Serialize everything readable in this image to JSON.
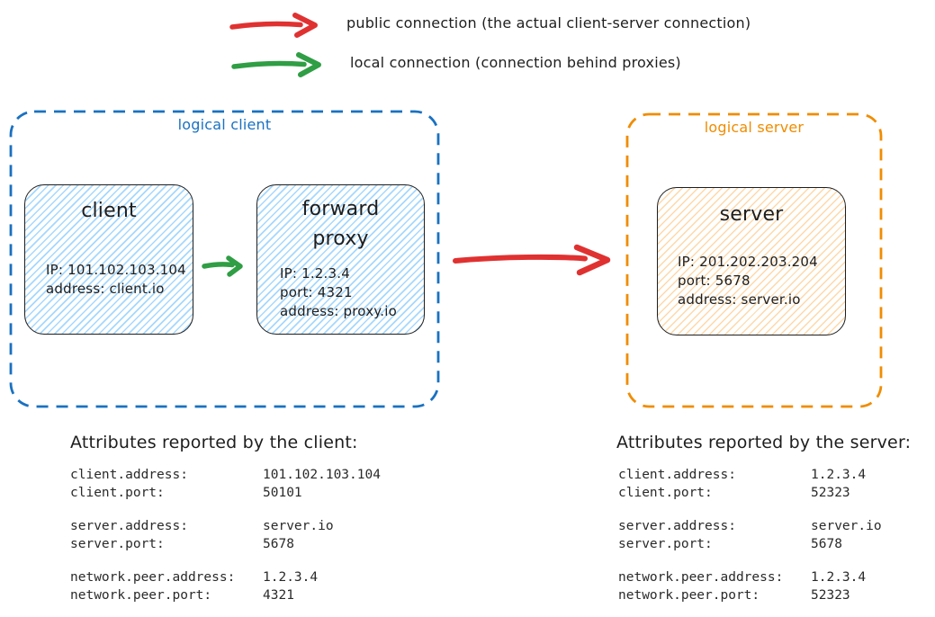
{
  "colors": {
    "red": "#e03131",
    "green": "#2f9e44",
    "blue": "#1971c2",
    "orange": "#f08c00",
    "ink": "#1e1e1e",
    "client-fill": "#a5d8ff",
    "server-fill": "#ffd8a8"
  },
  "legend": {
    "public_label": "public connection (the actual client-server connection)",
    "local_label": "local connection (connection behind proxies)"
  },
  "logical_client": {
    "label": "logical client",
    "client_node": {
      "title": "client",
      "lines": [
        "IP: 101.102.103.104",
        "address: client.io"
      ]
    },
    "proxy_node": {
      "title_lines": [
        "forward",
        "proxy"
      ],
      "lines": [
        "IP: 1.2.3.4",
        "port: 4321",
        "address: proxy.io"
      ]
    }
  },
  "logical_server": {
    "label": "logical server",
    "server_node": {
      "title": "server",
      "lines": [
        "IP: 201.202.203.204",
        "port: 5678",
        "address: server.io"
      ]
    }
  },
  "client_attributes": {
    "title": "Attributes reported by the client:",
    "rows": [
      {
        "key": "client.address:",
        "value": "101.102.103.104"
      },
      {
        "key": "client.port:",
        "value": "50101"
      },
      {
        "key": "server.address:",
        "value": "server.io"
      },
      {
        "key": "server.port:",
        "value": "5678"
      },
      {
        "key": "network.peer.address:",
        "value": "1.2.3.4"
      },
      {
        "key": "network.peer.port:",
        "value": "4321"
      }
    ]
  },
  "server_attributes": {
    "title": "Attributes reported by the server:",
    "rows": [
      {
        "key": "client.address:",
        "value": "1.2.3.4"
      },
      {
        "key": "client.port:",
        "value": "52323"
      },
      {
        "key": "server.address:",
        "value": "server.io"
      },
      {
        "key": "server.port:",
        "value": "5678"
      },
      {
        "key": "network.peer.address:",
        "value": "1.2.3.4"
      },
      {
        "key": "network.peer.port:",
        "value": "52323"
      }
    ]
  }
}
